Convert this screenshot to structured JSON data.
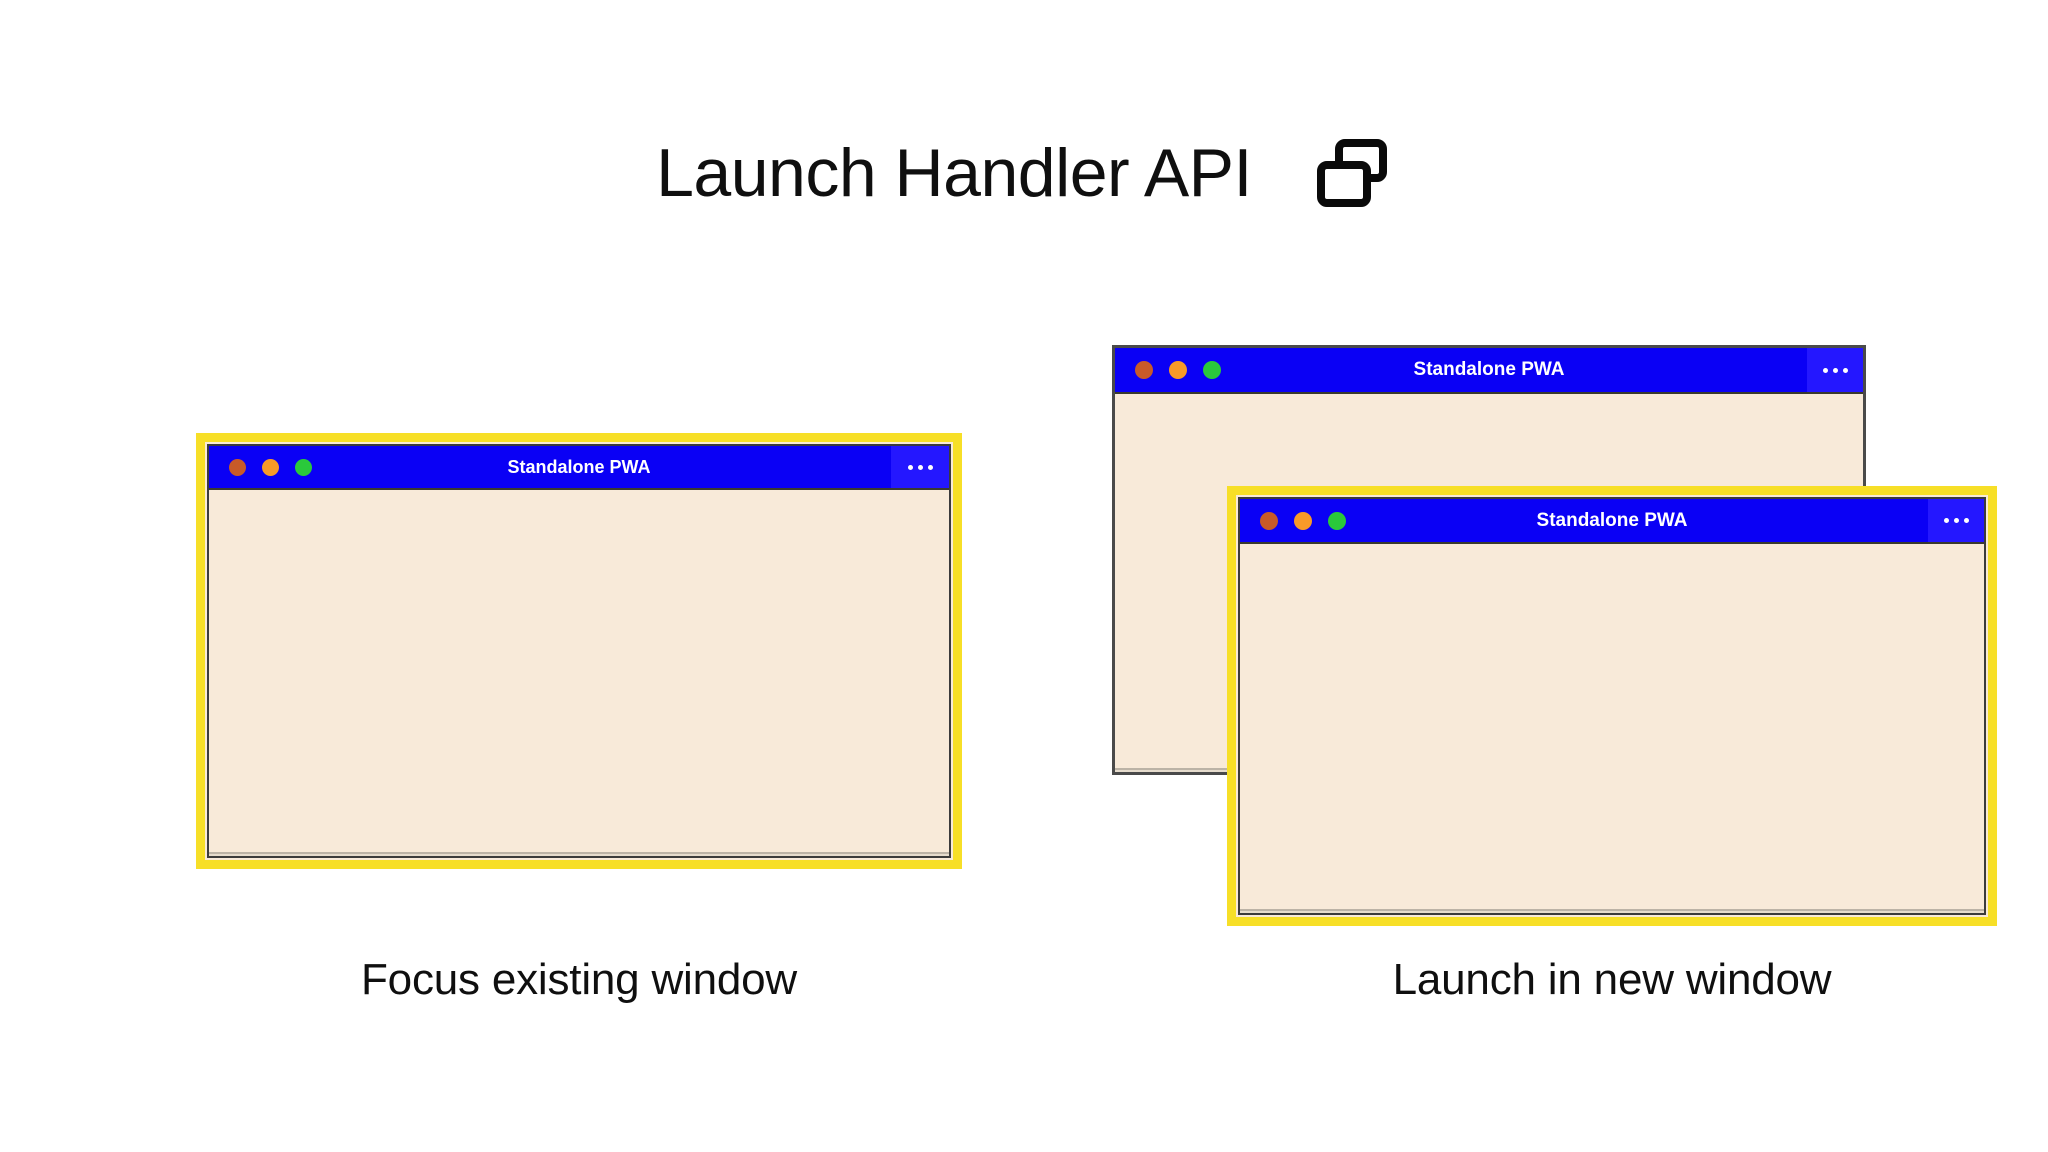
{
  "header": {
    "title": "Launch Handler API",
    "icon": "windows-overlap-icon"
  },
  "panels": [
    {
      "id": "focus-existing",
      "caption": "Focus existing window",
      "windows": [
        {
          "title": "Standalone PWA",
          "focused": true,
          "menu_label": "…",
          "controls": [
            "close-dot",
            "minimize-dot",
            "maximize-dot"
          ]
        }
      ]
    },
    {
      "id": "launch-new",
      "caption": "Launch in new window",
      "windows": [
        {
          "title": "Standalone PWA",
          "focused": false,
          "menu_label": "…",
          "controls": [
            "close-dot",
            "minimize-dot",
            "maximize-dot"
          ]
        },
        {
          "title": "Standalone PWA",
          "focused": true,
          "menu_label": "…",
          "controls": [
            "close-dot",
            "minimize-dot",
            "maximize-dot"
          ]
        }
      ]
    }
  ],
  "colors": {
    "background": "#ffffff",
    "titlebar_blue": "#0a00f5",
    "menu_blue": "#2417ff",
    "window_body_cream": "#f8ead9",
    "focus_highlight_yellow": "#f7df27",
    "unfocused_border_gray": "#4a4a4a",
    "dot_red": "#c85a28",
    "dot_yellow": "#f89a28",
    "dot_green": "#2ac93b",
    "text_dark": "#0f0f0f",
    "titlebar_text": "#ffffff"
  }
}
